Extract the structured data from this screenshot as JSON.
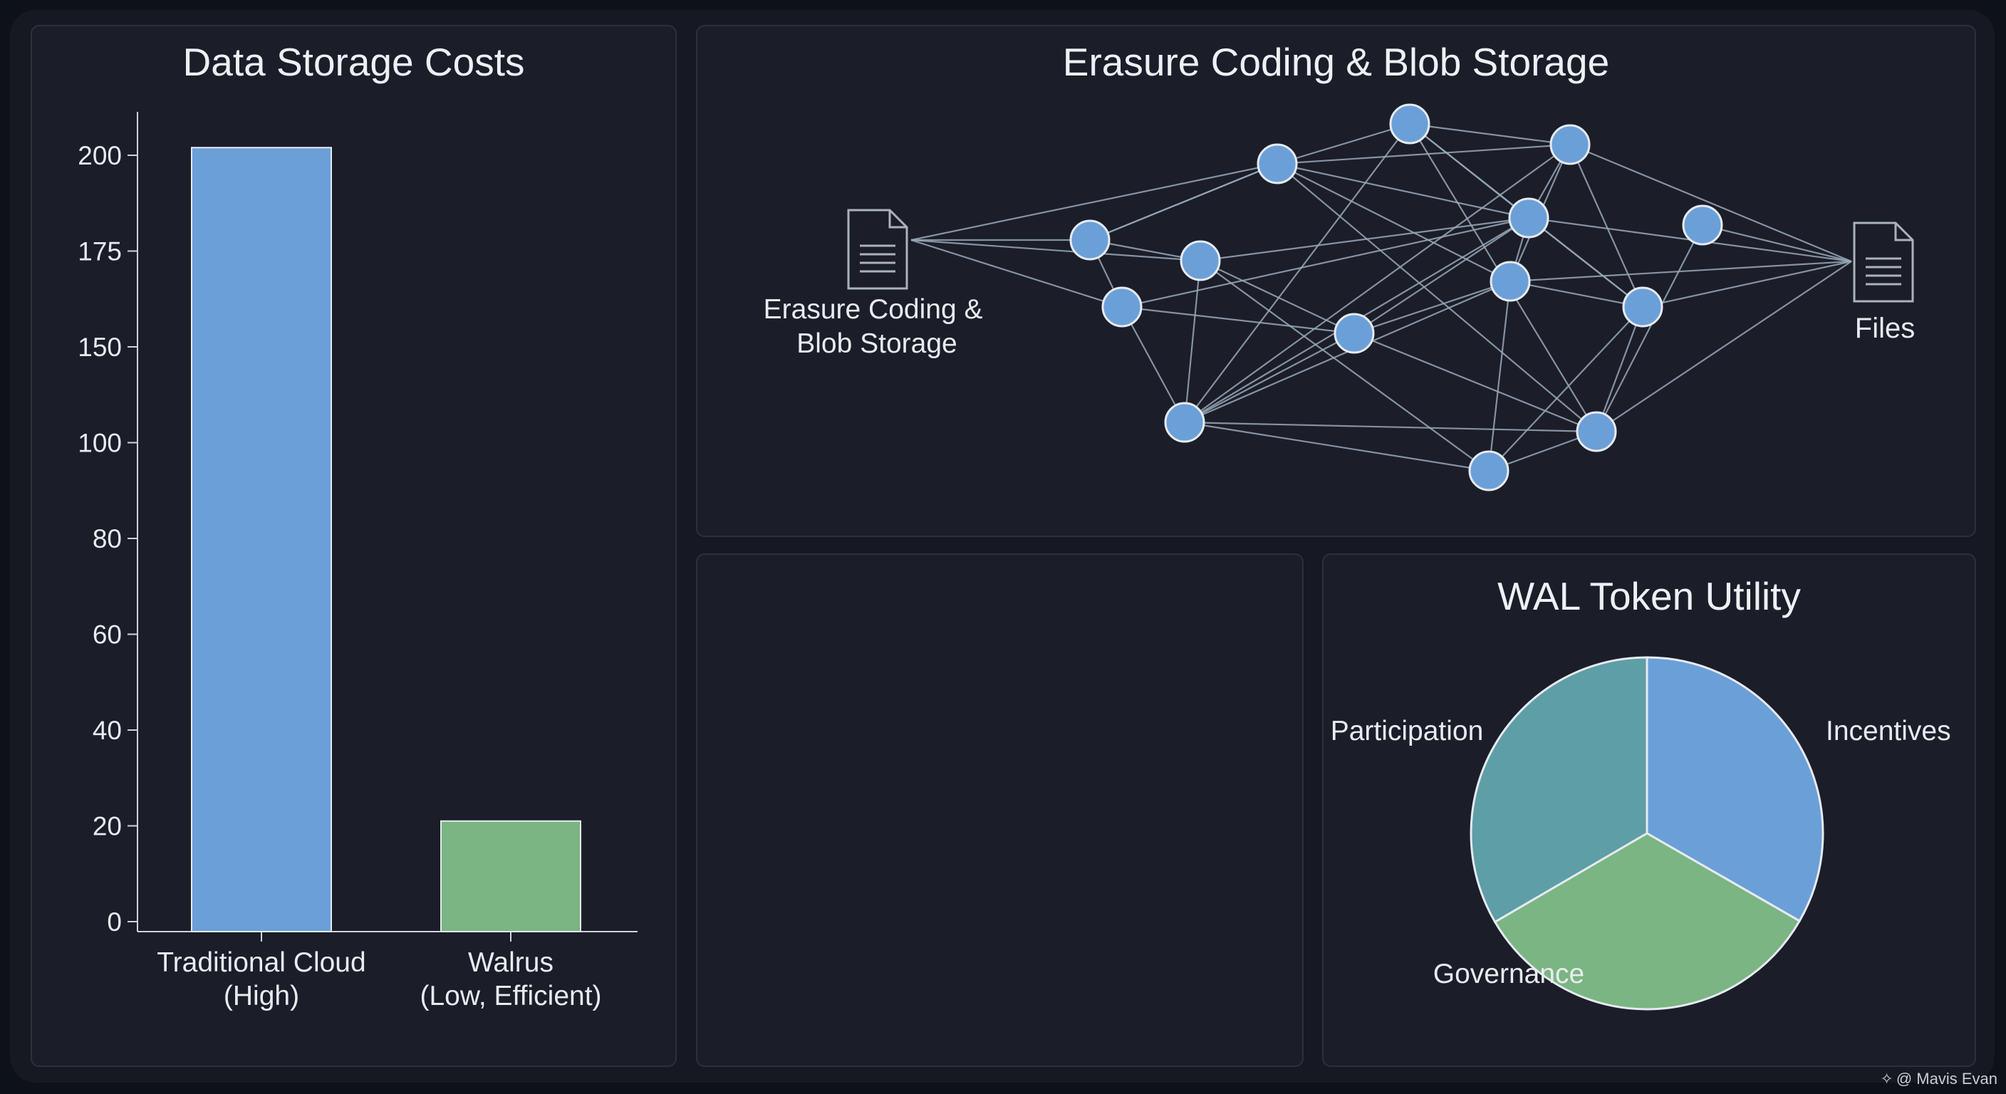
{
  "chart_data": [
    {
      "type": "bar",
      "title": "Data Storage Costs",
      "categories": [
        "Traditional Cloud\n(High)",
        "Walrus\n(Low, Efficient)"
      ],
      "values": [
        202,
        21
      ],
      "ytick_labels": [
        "0",
        "20",
        "40",
        "60",
        "80",
        "100",
        "150",
        "175",
        "200"
      ],
      "colors": [
        "#6b9fd8",
        "#7ab583"
      ],
      "grid": false
    },
    {
      "type": "pie",
      "title": "WAL Token Utility",
      "labels": [
        "Incentives",
        "Governance",
        "Participation"
      ],
      "values": [
        33.3,
        33.3,
        33.4
      ],
      "colors": [
        "#6b9fd8",
        "#7ab583",
        "#5e9ea6"
      ]
    }
  ],
  "network": {
    "title": "Erasure Coding & Blob Storage",
    "source_label": "Erasure Coding &\nBlob Storage",
    "target_label": "Files",
    "node_color": "#6b9fd8",
    "icons": [
      "document-icon",
      "document-icon"
    ]
  },
  "watermark": {
    "icon": "diamond-sparkle-icon",
    "text": "@ Mavis Evan"
  }
}
